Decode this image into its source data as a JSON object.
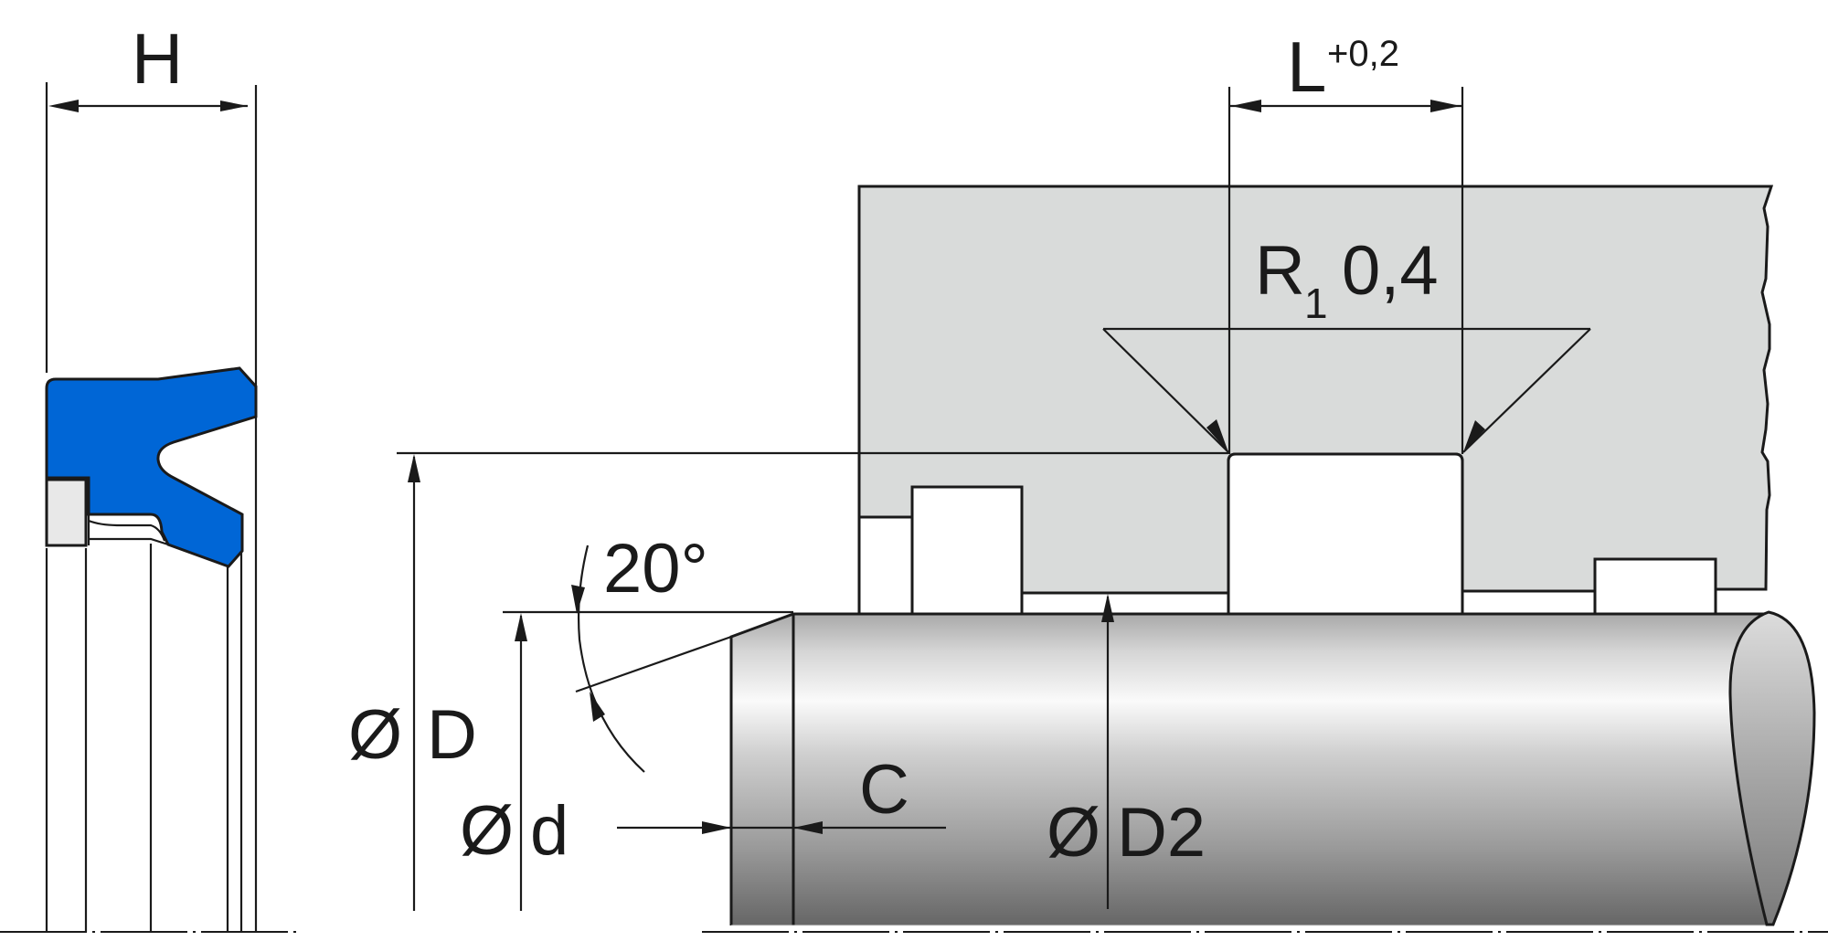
{
  "title": "Rod seal installation drawing",
  "colors": {
    "seal": "#0066d6",
    "housing": "#d9dbda",
    "insert": "#e8e8e8",
    "outline": "#1a1a1a",
    "rod_light": "#f8f8f8",
    "rod_dark": "#6a6a6a"
  },
  "dimensions": {
    "H": "H",
    "L": "L",
    "L_tolerance": "+0,2",
    "R_symbol": "R",
    "R_sub": "1",
    "R_value": "0,4",
    "angle": "20°",
    "D_symbol": "Ø",
    "D_label": "D",
    "d_symbol": "Ø",
    "d_label": "d",
    "D2_symbol": "Ø",
    "D2_label": "D2",
    "C_label": "C"
  }
}
